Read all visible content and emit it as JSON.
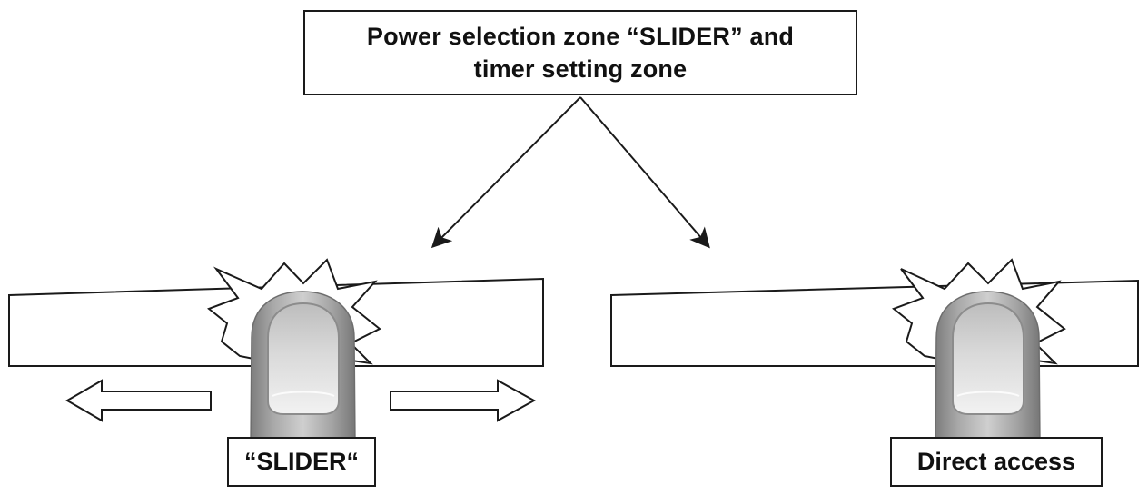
{
  "title_box": {
    "line1": "Power selection zone “SLIDER” and",
    "line2": "timer setting zone"
  },
  "left_panel": {
    "label": "“SLIDER“",
    "gesture": "slide",
    "icons": [
      "touch-flash-icon",
      "fingertip-icon",
      "left-arrow-icon",
      "right-arrow-icon"
    ]
  },
  "right_panel": {
    "label": "Direct access",
    "gesture": "tap",
    "icons": [
      "touch-flash-icon",
      "fingertip-icon"
    ]
  },
  "colors": {
    "line": "#1a1a1a",
    "finger_dark": "#8a8a8a",
    "finger_mid": "#b4b4b4",
    "finger_light": "#dcdcdc",
    "nail": "#e9e9e9",
    "background": "#ffffff"
  }
}
